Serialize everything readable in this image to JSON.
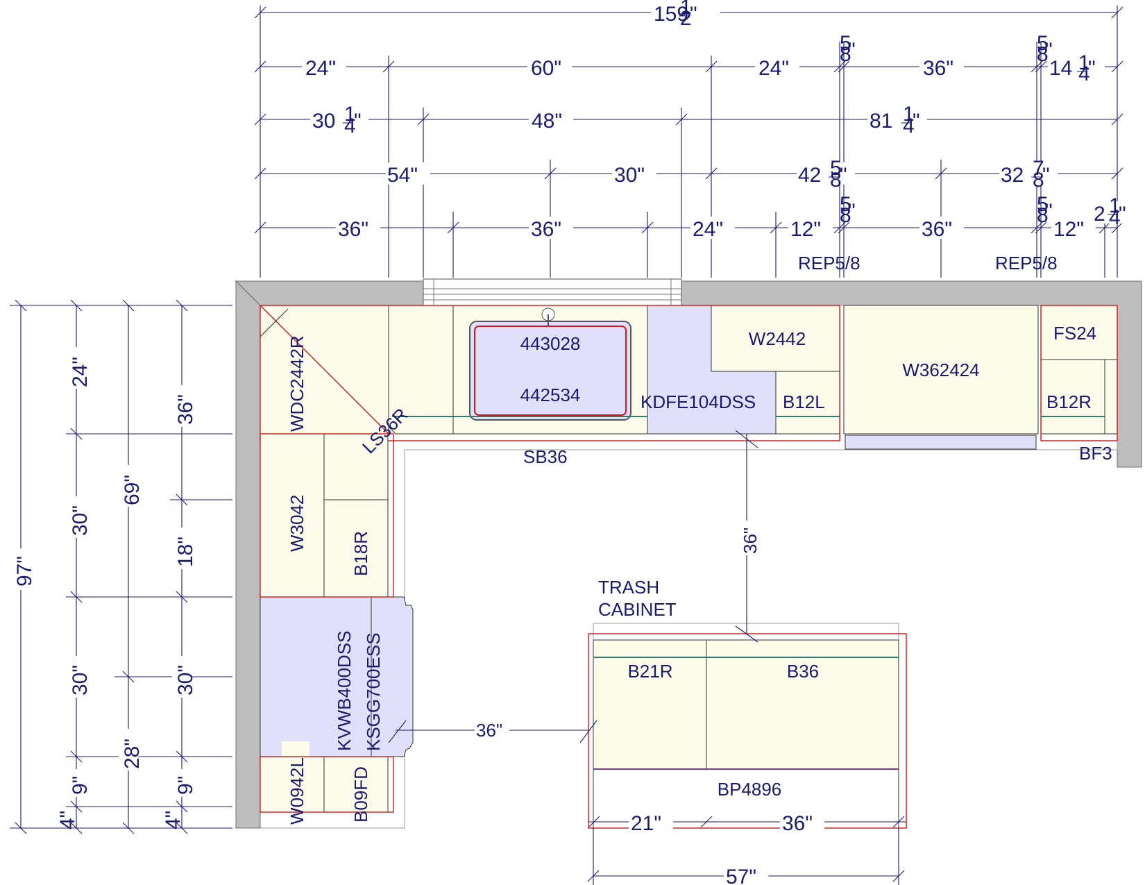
{
  "plan": {
    "top_dimensions": {
      "overall_main": "159",
      "overall_frac_num": "1",
      "overall_frac_den": "2",
      "overall_suffix": "\"",
      "row1": [
        "24\"",
        "60\"",
        "24\"",
        "36\""
      ],
      "row1_frac_a_num": "5",
      "row1_frac_a_den": "8",
      "row1_frac_a_suffix": "\"",
      "row1_frac_b_num": "5",
      "row1_frac_b_den": "8",
      "row1_frac_b_suffix": "\"",
      "row1_last_main": "14",
      "row1_last_num": "1",
      "row1_last_den": "4",
      "row1_last_suffix": "\"",
      "row2_a_main": "30",
      "row2_a_num": "1",
      "row2_a_den": "4",
      "row2_a_suffix": "\"",
      "row2_b": "48\"",
      "row2_c_main": "81",
      "row2_c_num": "1",
      "row2_c_den": "4",
      "row2_c_suffix": "\"",
      "row3_a": "54\"",
      "row3_b": "30\"",
      "row3_c_main": "42",
      "row3_c_num": "5",
      "row3_c_den": "8",
      "row3_c_suffix": "\"",
      "row3_d_main": "32",
      "row3_d_num": "7",
      "row3_d_den": "8",
      "row3_d_suffix": "\"",
      "row4": [
        "36\"",
        "36\"",
        "24\"",
        "12\"",
        "36\"",
        "12\""
      ],
      "row4_frac_a_num": "5",
      "row4_frac_a_den": "8",
      "row4_frac_a_suffix": "\"",
      "row4_frac_b_num": "5",
      "row4_frac_b_den": "8",
      "row4_frac_b_suffix": "\"",
      "row4_last_main": "2",
      "row4_last_num": "1",
      "row4_last_den": "4",
      "row4_last_suffix": "\"",
      "rep_left": "REP5/8",
      "rep_right": "REP5/8"
    },
    "left_dimensions": {
      "overall": "97\"",
      "col1": [
        "24\"",
        "30\"",
        "30\"",
        "9\"",
        "4\""
      ],
      "col2": [
        "69\"",
        "28\""
      ],
      "col3": [
        "36\"",
        "18\"",
        "30\"",
        "9\"",
        "4\""
      ]
    },
    "cabinets": {
      "wdc": "WDC2442R",
      "ls": "LS36R",
      "sink_upper": "443028",
      "sink_lower": "442534",
      "dishwasher": "KDFE104DSS",
      "w2442": "W2442",
      "b12l": "B12L",
      "w362424": "W362424",
      "fs24": "FS24",
      "b12r": "B12R",
      "bf3": "BF3",
      "sb36": "SB36",
      "w3042": "W3042",
      "b18r": "B18R",
      "wall_oven": "KVWB400DSS",
      "range": "KSGG700ESS",
      "w0942l": "W0942L",
      "b09fd": "B09FD"
    },
    "island": {
      "trash_line1": "TRASH",
      "trash_line2": "CABINET",
      "b21r": "B21R",
      "b36": "B36",
      "bp": "BP4896",
      "dim_21": "21\"",
      "dim_36": "36\"",
      "dim_57": "57\"",
      "clear_vertical": "36\"",
      "clear_horizontal": "36\""
    }
  }
}
